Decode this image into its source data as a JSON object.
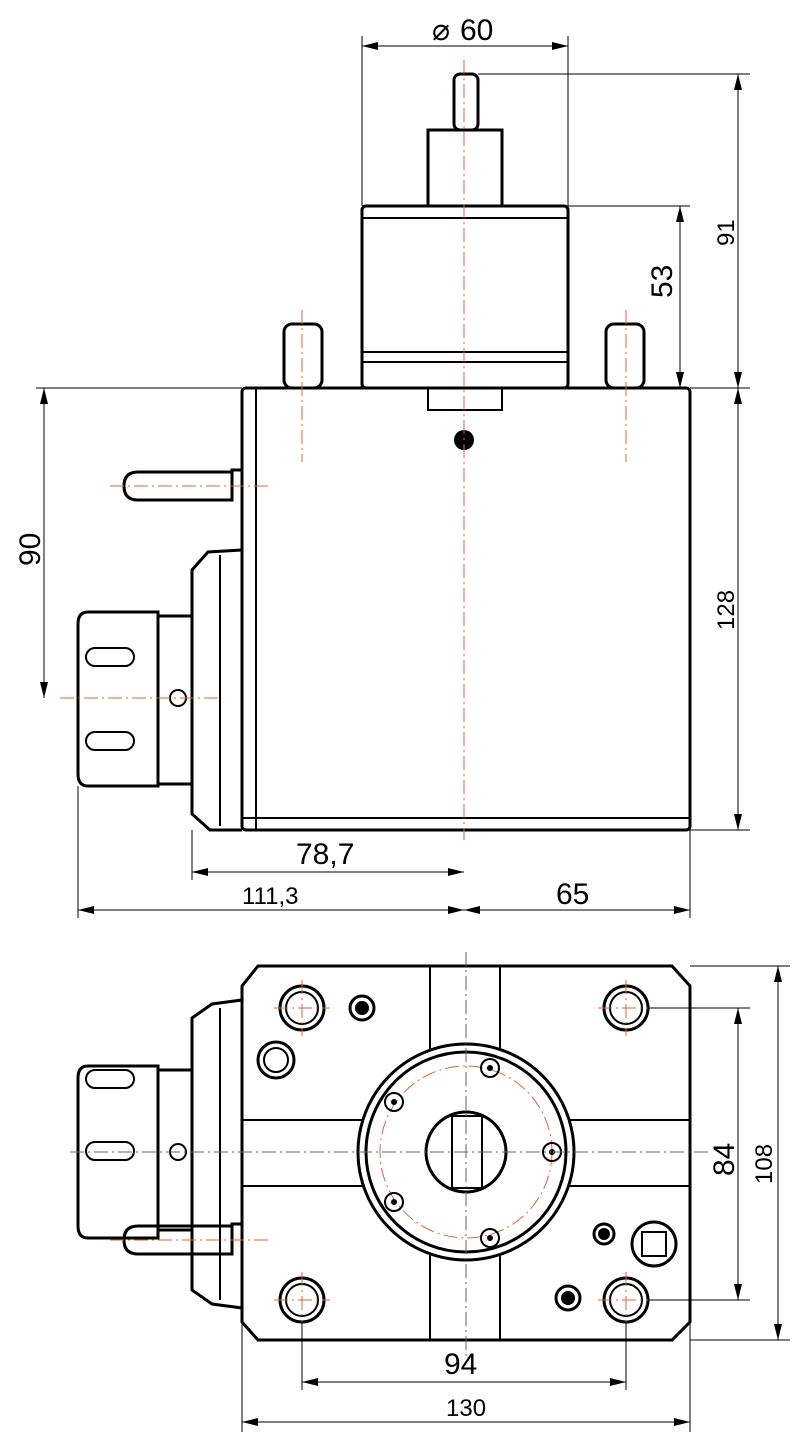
{
  "dimensions": {
    "top_diameter": "60",
    "top_height_total": "91",
    "top_height_motor": "53",
    "side_height_left": "90",
    "side_height_right": "128",
    "offset_78_7": "78,7",
    "offset_111_3": "111,3",
    "width_65": "65",
    "plan_84": "84",
    "plan_108": "108",
    "plan_94": "94",
    "plan_130": "130"
  },
  "symbols": {
    "diameter": "⌀"
  },
  "colors": {
    "line": "#000000",
    "centerline": "#d9693a"
  }
}
